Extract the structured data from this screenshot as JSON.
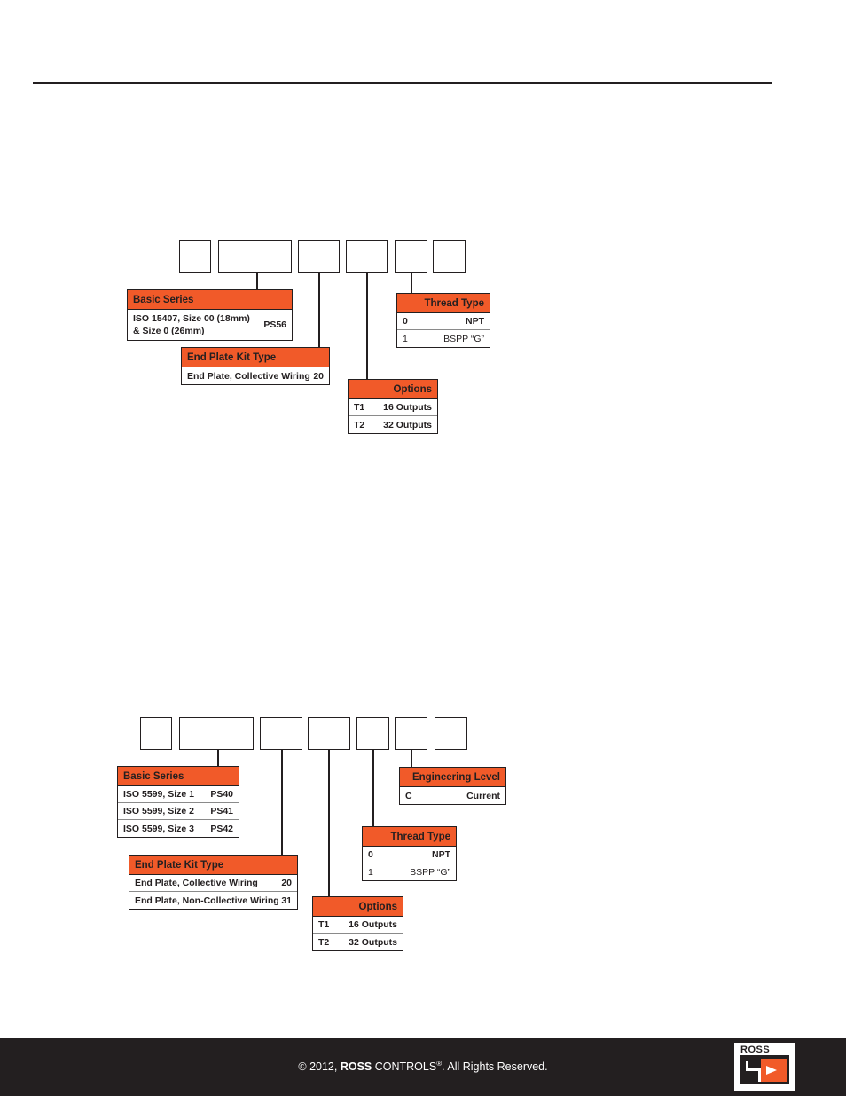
{
  "diagram1": {
    "basic_series": {
      "header": "Basic Series",
      "rows": [
        {
          "desc": "ISO 15407, Size 00 (18mm) & Size 0 (26mm)",
          "code": "PS56"
        }
      ]
    },
    "end_plate": {
      "header": "End Plate Kit Type",
      "rows": [
        {
          "desc": "End Plate, Collective Wiring",
          "code": "20"
        }
      ]
    },
    "options": {
      "header": "Options",
      "rows": [
        {
          "code": "T1",
          "desc": "16 Outputs"
        },
        {
          "code": "T2",
          "desc": "32 Outputs"
        }
      ]
    },
    "thread_type": {
      "header": "Thread Type",
      "rows": [
        {
          "code": "0",
          "desc": "NPT"
        },
        {
          "code": "1",
          "desc": "BSPP “G”"
        }
      ]
    }
  },
  "diagram2": {
    "basic_series": {
      "header": "Basic Series",
      "rows": [
        {
          "desc": "ISO 5599, Size 1",
          "code": "PS40"
        },
        {
          "desc": "ISO 5599, Size 2",
          "code": "PS41"
        },
        {
          "desc": "ISO 5599, Size 3",
          "code": "PS42"
        }
      ]
    },
    "end_plate": {
      "header": "End Plate Kit Type",
      "rows": [
        {
          "desc": "End Plate, Collective Wiring",
          "code": "20"
        },
        {
          "desc": "End Plate, Non-Collective Wiring",
          "code": "31"
        }
      ]
    },
    "options": {
      "header": "Options",
      "rows": [
        {
          "code": "T1",
          "desc": "16 Outputs"
        },
        {
          "code": "T2",
          "desc": "32 Outputs"
        }
      ]
    },
    "thread_type": {
      "header": "Thread Type",
      "rows": [
        {
          "code": "0",
          "desc": "NPT"
        },
        {
          "code": "1",
          "desc": "BSPP “G”"
        }
      ]
    },
    "engineering_level": {
      "header": "Engineering Level",
      "rows": [
        {
          "code": "C",
          "desc": "Current"
        }
      ]
    }
  },
  "footer": {
    "copyright_prefix": "© 2012, ",
    "brand_bold": "ROSS",
    "brand_rest": " CONTROLS",
    "registered": "®",
    "suffix": ". All Rights Reserved.",
    "logo_text": "ROSS"
  },
  "colors": {
    "accent": "#f15a29",
    "footer_bg": "#231f20",
    "ink": "#231f20"
  }
}
